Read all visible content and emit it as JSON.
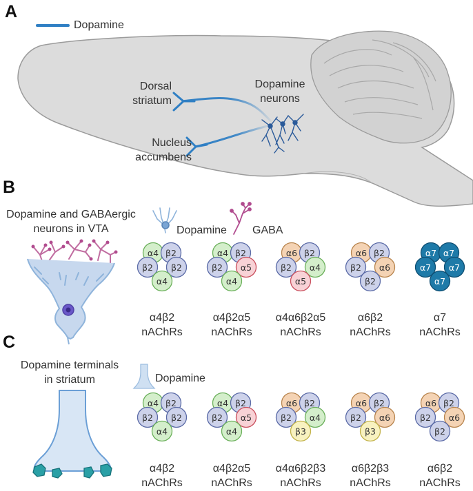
{
  "panels": {
    "a": "A",
    "b": "B",
    "c": "C"
  },
  "legend_a": {
    "label": "Dopamine"
  },
  "brain": {
    "dorsal_line1": "Dorsal",
    "dorsal_line2": "striatum",
    "nacc_line1": "Nucleus",
    "nacc_line2": "accumbens",
    "da_line1": "Dopamine",
    "da_line2": "neurons"
  },
  "panel_b": {
    "title_line1": "Dopamine and GABAergic",
    "title_line2": "neurons in VTA",
    "legend_dopamine": "Dopamine",
    "legend_gaba": "GABA"
  },
  "panel_c": {
    "title_line1": "Dopamine terminals",
    "title_line2": "in striatum",
    "legend_dopamine": "Dopamine"
  },
  "colors": {
    "alpha4": "#d4eecb",
    "beta2": "#cdd2ea",
    "alpha5": "#f8d2d6",
    "alpha6": "#f4d3b4",
    "beta3": "#f8f2c0",
    "alpha7": "#1e7aa8",
    "dopamine_blue": "#2f7fc4",
    "gaba_pink": "#b14c8f"
  },
  "receptors_b": [
    {
      "name": "α4β2",
      "suffix": "nAChRs",
      "subunits": [
        "α4",
        "β2",
        "β2",
        "β2",
        "α4"
      ],
      "types": [
        "alpha4",
        "beta2",
        "beta2",
        "beta2",
        "alpha4"
      ]
    },
    {
      "name": "α4β2α5",
      "suffix": "nAChRs",
      "subunits": [
        "α4",
        "β2",
        "β2",
        "α5",
        "α4"
      ],
      "types": [
        "alpha4",
        "beta2",
        "beta2",
        "alpha5",
        "alpha4"
      ]
    },
    {
      "name": "α4α6β2α5",
      "suffix": "nAChRs",
      "subunits": [
        "α6",
        "β2",
        "β2",
        "α4",
        "α5"
      ],
      "types": [
        "alpha6",
        "beta2",
        "beta2",
        "alpha4",
        "alpha5"
      ]
    },
    {
      "name": "α6β2",
      "suffix": "nAChRs",
      "subunits": [
        "α6",
        "β2",
        "β2",
        "α6",
        "β2"
      ],
      "types": [
        "alpha6",
        "beta2",
        "beta2",
        "alpha6",
        "beta2"
      ]
    },
    {
      "name": "α7",
      "suffix": "nAChRs",
      "subunits": [
        "α7",
        "α7",
        "α7",
        "α7",
        "α7"
      ],
      "types": [
        "alpha7",
        "alpha7",
        "alpha7",
        "alpha7",
        "alpha7"
      ]
    }
  ],
  "receptors_c": [
    {
      "name": "α4β2",
      "suffix": "nAChRs",
      "subunits": [
        "α4",
        "β2",
        "β2",
        "β2",
        "α4"
      ],
      "types": [
        "alpha4",
        "beta2",
        "beta2",
        "beta2",
        "alpha4"
      ]
    },
    {
      "name": "α4β2α5",
      "suffix": "nAChRs",
      "subunits": [
        "α4",
        "β2",
        "β2",
        "α5",
        "α4"
      ],
      "types": [
        "alpha4",
        "beta2",
        "beta2",
        "alpha5",
        "alpha4"
      ]
    },
    {
      "name": "α4α6β2β3",
      "suffix": "nAChRs",
      "subunits": [
        "α6",
        "β2",
        "β2",
        "α4",
        "β3"
      ],
      "types": [
        "alpha6",
        "beta2",
        "beta2",
        "alpha4",
        "beta3"
      ]
    },
    {
      "name": "α6β2β3",
      "suffix": "nAChRs",
      "subunits": [
        "α6",
        "β2",
        "β2",
        "α6",
        "β3"
      ],
      "types": [
        "alpha6",
        "beta2",
        "beta2",
        "alpha6",
        "beta3"
      ]
    },
    {
      "name": "α6β2",
      "suffix": "nAChRs",
      "subunits": [
        "α6",
        "β2",
        "β2",
        "α6",
        "β2"
      ],
      "types": [
        "alpha6",
        "beta2",
        "beta2",
        "alpha6",
        "beta2"
      ]
    }
  ]
}
